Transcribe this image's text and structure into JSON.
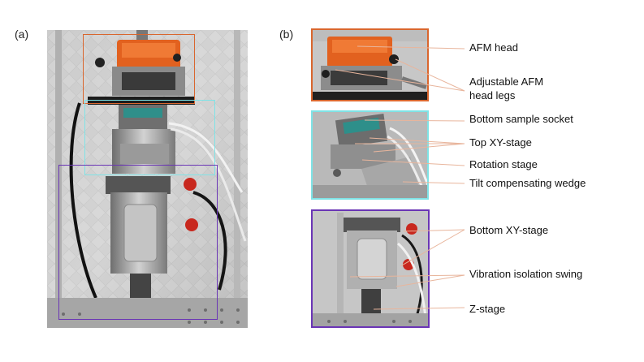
{
  "panels": {
    "a": "(a)",
    "b": "(b)"
  },
  "labels": {
    "afm_head": "AFM head",
    "adjustable_legs_line1": "Adjustable AFM",
    "adjustable_legs_line2": "head legs",
    "bottom_socket": "Bottom sample socket",
    "top_xy": "Top XY-stage",
    "rotation": "Rotation stage",
    "tilt_wedge": "Tilt compensating wedge",
    "bottom_xy": "Bottom XY-stage",
    "vibration": "Vibration isolation swing",
    "z_stage": "Z-stage"
  },
  "colors": {
    "orange_box": "#d9662e",
    "cyan_box": "#7fe3e6",
    "purple_box": "#6a35b5",
    "leader_line": "#e8b59c"
  }
}
